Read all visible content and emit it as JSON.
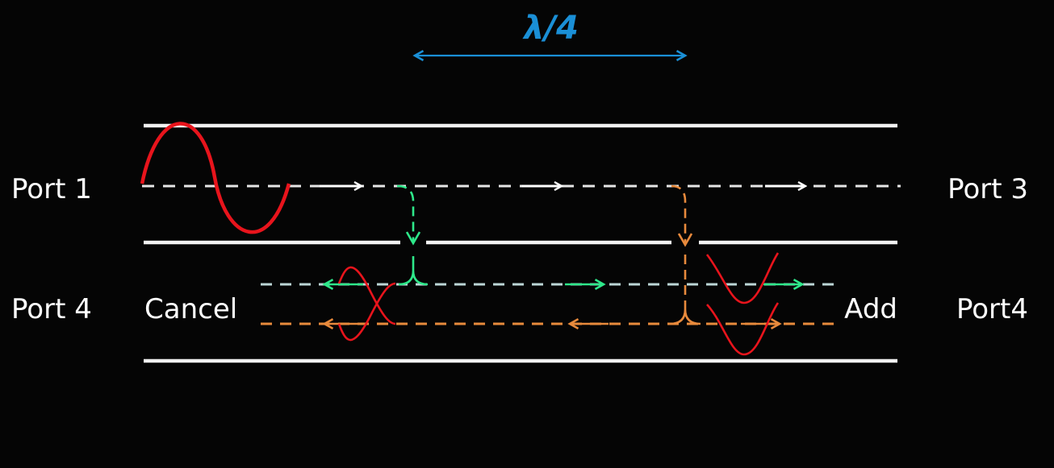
{
  "dimension": {
    "label": "λ/4",
    "color": "#1a8fd6"
  },
  "ports": {
    "port1": "Port 1",
    "port3": "Port 3",
    "port4_left": "Port 4",
    "port4_right": "Port4"
  },
  "signals": {
    "cancel": "Cancel",
    "add": "Add"
  },
  "colors": {
    "conductor": "#f2f2f2",
    "main_path": "#e6e6e6",
    "coupled_forward": "#bcd6d6",
    "coupled_backward": "#e88a3c",
    "tap_green": "#2ee88a",
    "tap_orange": "#e88a3c",
    "wave": "#e8141c"
  }
}
